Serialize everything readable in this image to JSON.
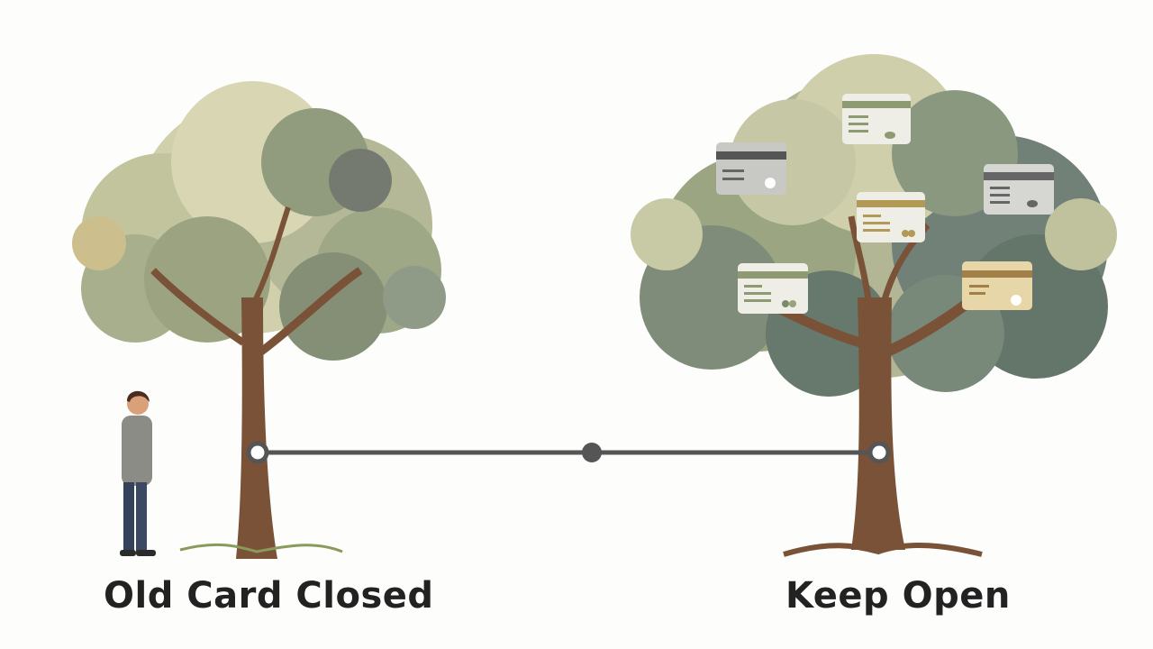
{
  "labels": {
    "left": "Old Card Closed",
    "right": "Keep Open"
  },
  "timeline": {
    "points": [
      "start",
      "middle",
      "end"
    ],
    "color": "#555555"
  },
  "colors": {
    "background": "#fdfdfb",
    "trunk": "#7a5238",
    "foliage_light": "#c9c9a0",
    "foliage_mid": "#8e9a72",
    "foliage_dark": "#4f6356",
    "gold": "#c9a94e",
    "card_gray": "#c8c8c4",
    "card_cream": "#efeee6",
    "card_gold": "#e6d6a8"
  },
  "cards_on_right_tree": 6
}
